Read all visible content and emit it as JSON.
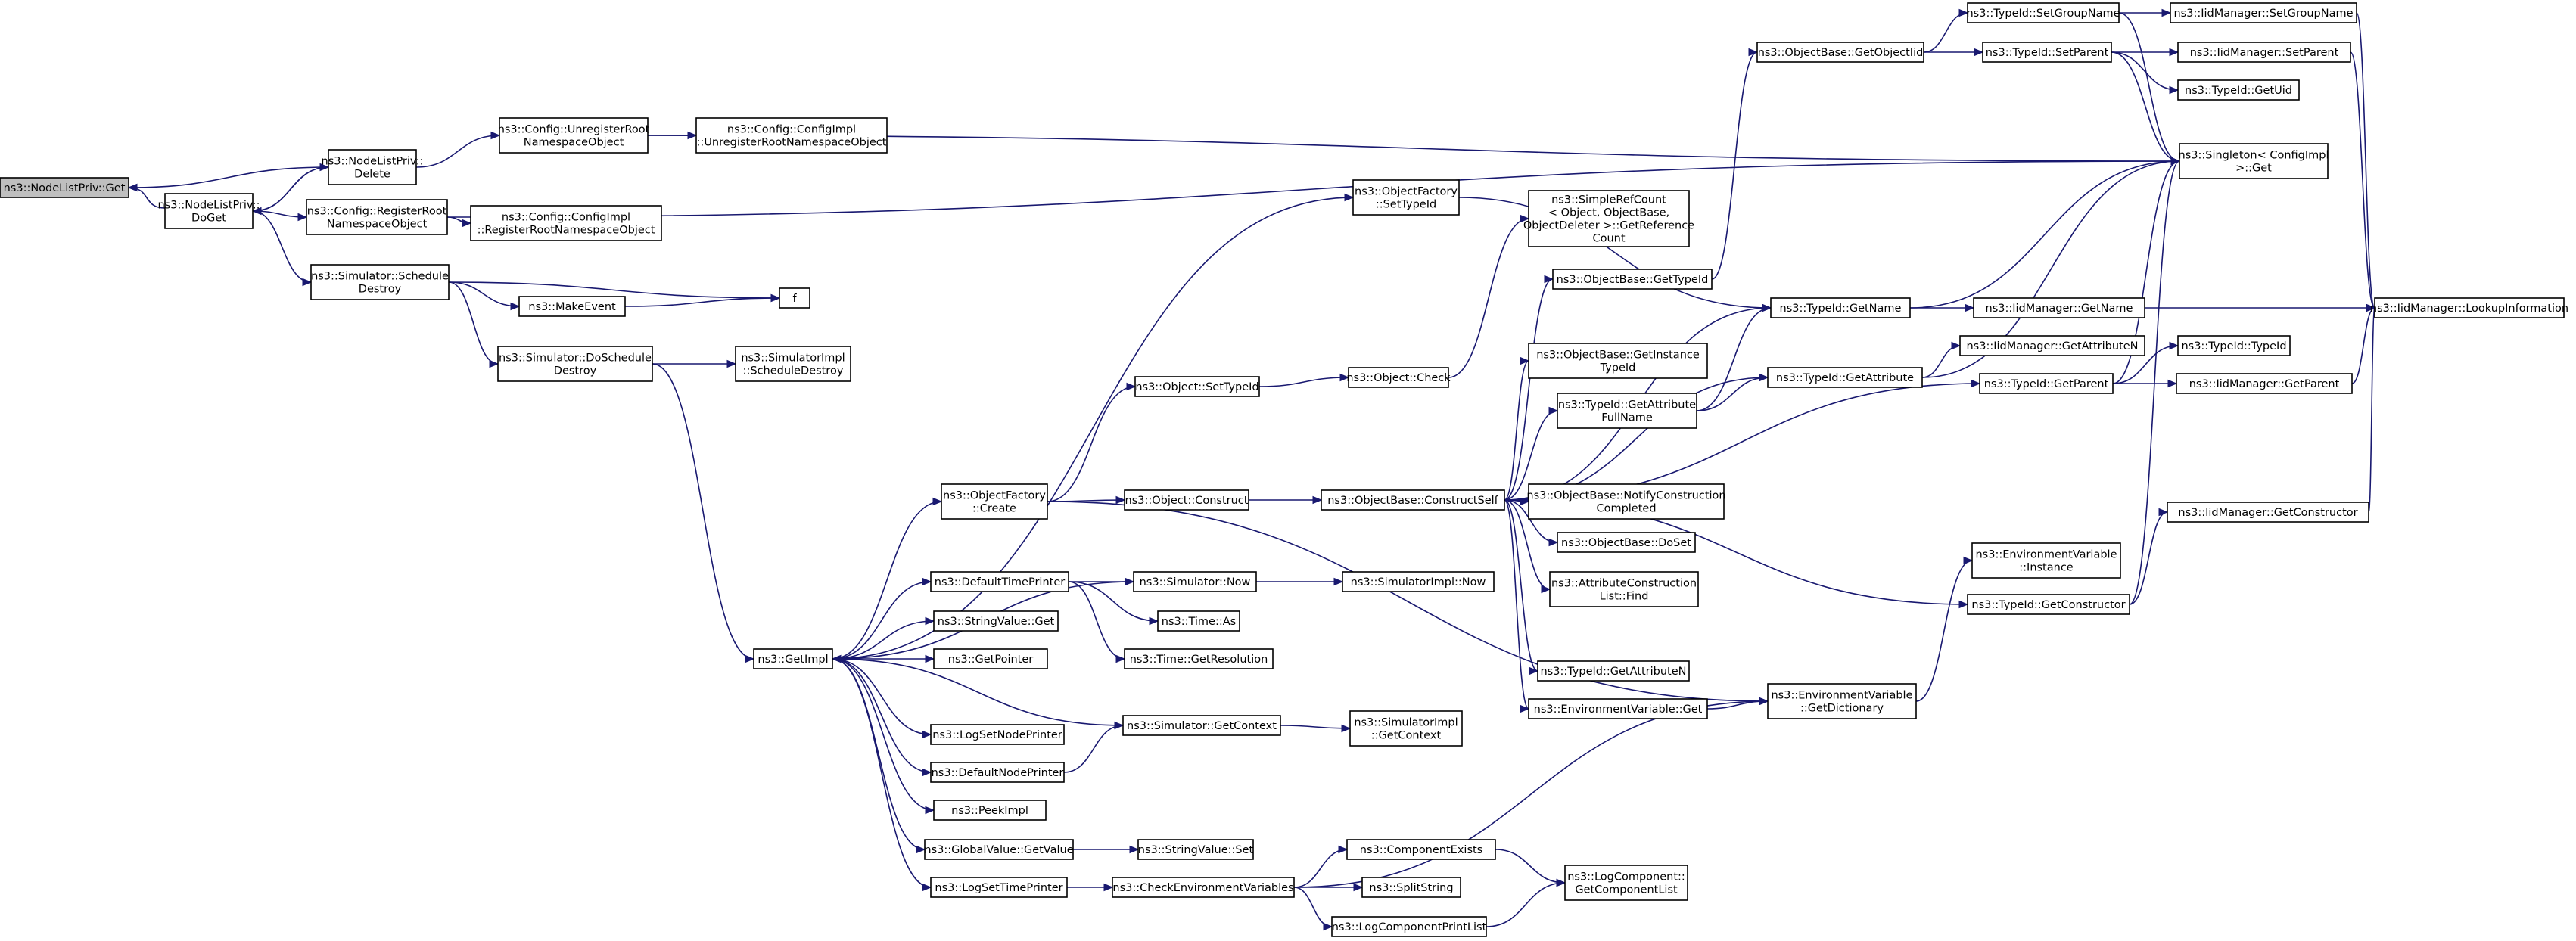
{
  "graph": {
    "title": "",
    "root": "getroot",
    "colors": {
      "edge": "#191970",
      "root_fill": "#bfbfbf",
      "node_fill": "#ffffff",
      "node_border": "#000000"
    },
    "nodes": [
      {
        "id": "getroot",
        "lines": [
          "ns3::NodeListPriv::Get"
        ]
      },
      {
        "id": "doget",
        "lines": [
          "ns3::NodeListPriv::",
          "DoGet"
        ]
      },
      {
        "id": "delete",
        "lines": [
          "ns3::NodeListPriv::",
          "Delete"
        ]
      },
      {
        "id": "unregroot",
        "lines": [
          "ns3::Config::UnregisterRoot",
          "NamespaceObject"
        ]
      },
      {
        "id": "implunreg",
        "lines": [
          "ns3::Config::ConfigImpl",
          "::UnregisterRootNamespaceObject"
        ]
      },
      {
        "id": "regroot",
        "lines": [
          "ns3::Config::RegisterRoot",
          "NamespaceObject"
        ]
      },
      {
        "id": "implreg",
        "lines": [
          "ns3::Config::ConfigImpl",
          "::RegisterRootNamespaceObject"
        ]
      },
      {
        "id": "schedestroy",
        "lines": [
          "ns3::Simulator::Schedule",
          "Destroy"
        ]
      },
      {
        "id": "f",
        "lines": [
          "f"
        ]
      },
      {
        "id": "makeevent",
        "lines": [
          "ns3::MakeEvent"
        ]
      },
      {
        "id": "doschedestroy",
        "lines": [
          "ns3::Simulator::DoSchedule",
          "Destroy"
        ]
      },
      {
        "id": "simimplsched",
        "lines": [
          "ns3::SimulatorImpl",
          "::ScheduleDestroy"
        ]
      },
      {
        "id": "getimpl",
        "lines": [
          "ns3::GetImpl"
        ]
      },
      {
        "id": "ofsettypeid",
        "lines": [
          "ns3::ObjectFactory",
          "::SetTypeId"
        ]
      },
      {
        "id": "ofcreate",
        "lines": [
          "ns3::ObjectFactory",
          "::Create"
        ]
      },
      {
        "id": "objsettypeid",
        "lines": [
          "ns3::Object::SetTypeId"
        ]
      },
      {
        "id": "objcheck",
        "lines": [
          "ns3::Object::Check"
        ]
      },
      {
        "id": "objconstruct",
        "lines": [
          "ns3::Object::Construct"
        ]
      },
      {
        "id": "constructself",
        "lines": [
          "ns3::ObjectBase::ConstructSelf"
        ]
      },
      {
        "id": "simplerefcount",
        "lines": [
          "ns3::SimpleRefCount",
          "< Object, ObjectBase,",
          "ObjectDeleter >::GetReference",
          "Count"
        ]
      },
      {
        "id": "obgettypeid",
        "lines": [
          "ns3::ObjectBase::GetTypeId"
        ]
      },
      {
        "id": "obgetobjectiid",
        "lines": [
          "ns3::ObjectBase::GetObjectIid"
        ]
      },
      {
        "id": "obgetinstance",
        "lines": [
          "ns3::ObjectBase::GetInstance",
          "TypeId"
        ]
      },
      {
        "id": "tigetattrfull",
        "lines": [
          "ns3::TypeId::GetAttribute",
          "FullName"
        ]
      },
      {
        "id": "obnotify",
        "lines": [
          "ns3::ObjectBase::NotifyConstruction",
          "Completed"
        ]
      },
      {
        "id": "obdoset",
        "lines": [
          "ns3::ObjectBase::DoSet"
        ]
      },
      {
        "id": "acfind",
        "lines": [
          "ns3::AttributeConstruction",
          "List::Find"
        ]
      },
      {
        "id": "tigetattrn",
        "lines": [
          "ns3::TypeId::GetAttributeN"
        ]
      },
      {
        "id": "envget",
        "lines": [
          "ns3::EnvironmentVariable::Get"
        ]
      },
      {
        "id": "envdict",
        "lines": [
          "ns3::EnvironmentVariable",
          "::GetDictionary"
        ]
      },
      {
        "id": "envinstance",
        "lines": [
          "ns3::EnvironmentVariable",
          "::Instance"
        ]
      },
      {
        "id": "tigetname",
        "lines": [
          "ns3::TypeId::GetName"
        ]
      },
      {
        "id": "tigetattr",
        "lines": [
          "ns3::TypeId::GetAttribute"
        ]
      },
      {
        "id": "tisetgroupname",
        "lines": [
          "ns3::TypeId::SetGroupName"
        ]
      },
      {
        "id": "tisetparent",
        "lines": [
          "ns3::TypeId::SetParent"
        ]
      },
      {
        "id": "tigetparent",
        "lines": [
          "ns3::TypeId::GetParent"
        ]
      },
      {
        "id": "tigetconstructor",
        "lines": [
          "ns3::TypeId::GetConstructor"
        ]
      },
      {
        "id": "iidsetgroupname",
        "lines": [
          "ns3::IidManager::SetGroupName"
        ]
      },
      {
        "id": "iidsetparent",
        "lines": [
          "ns3::IidManager::SetParent"
        ]
      },
      {
        "id": "tigetuid",
        "lines": [
          "ns3::TypeId::GetUid"
        ]
      },
      {
        "id": "singleton",
        "lines": [
          "ns3::Singleton< ConfigImpl",
          " >::Get"
        ]
      },
      {
        "id": "iidgetname",
        "lines": [
          "ns3::IidManager::GetName"
        ]
      },
      {
        "id": "iidgetattrn",
        "lines": [
          "ns3::IidManager::GetAttributeN"
        ]
      },
      {
        "id": "titypeid",
        "lines": [
          "ns3::TypeId::TypeId"
        ]
      },
      {
        "id": "iidgetparent",
        "lines": [
          "ns3::IidManager::GetParent"
        ]
      },
      {
        "id": "iidgetconstructor",
        "lines": [
          "ns3::IidManager::GetConstructor"
        ]
      },
      {
        "id": "iidlookup",
        "lines": [
          "ns3::IidManager::LookupInformation"
        ]
      },
      {
        "id": "deftimeprinter",
        "lines": [
          "ns3::DefaultTimePrinter"
        ]
      },
      {
        "id": "simnow",
        "lines": [
          "ns3::Simulator::Now"
        ]
      },
      {
        "id": "simimplnow",
        "lines": [
          "ns3::SimulatorImpl::Now"
        ]
      },
      {
        "id": "timeas",
        "lines": [
          "ns3::Time::As"
        ]
      },
      {
        "id": "timegetres",
        "lines": [
          "ns3::Time::GetResolution"
        ]
      },
      {
        "id": "strvalget",
        "lines": [
          "ns3::StringValue::Get"
        ]
      },
      {
        "id": "getpointer",
        "lines": [
          "ns3::GetPointer"
        ]
      },
      {
        "id": "logsetnodeprinter",
        "lines": [
          "ns3::LogSetNodePrinter"
        ]
      },
      {
        "id": "simgetcontext",
        "lines": [
          "ns3::Simulator::GetContext"
        ]
      },
      {
        "id": "simimplgetcontext",
        "lines": [
          "ns3::SimulatorImpl",
          "::GetContext"
        ]
      },
      {
        "id": "defnodeprinter",
        "lines": [
          "ns3::DefaultNodePrinter"
        ]
      },
      {
        "id": "peekimpl",
        "lines": [
          "ns3::PeekImpl"
        ]
      },
      {
        "id": "gvgetvalue",
        "lines": [
          "ns3::GlobalValue::GetValue"
        ]
      },
      {
        "id": "strvalset",
        "lines": [
          "ns3::StringValue::Set"
        ]
      },
      {
        "id": "logsettimeprinter",
        "lines": [
          "ns3::LogSetTimePrinter"
        ]
      },
      {
        "id": "checkenv",
        "lines": [
          "ns3::CheckEnvironmentVariables"
        ]
      },
      {
        "id": "compexists",
        "lines": [
          "ns3::ComponentExists"
        ]
      },
      {
        "id": "splitstring",
        "lines": [
          "ns3::SplitString"
        ]
      },
      {
        "id": "logcompprintlist",
        "lines": [
          "ns3::LogComponentPrintList"
        ]
      },
      {
        "id": "logcompgetlist",
        "lines": [
          "ns3::LogComponent::",
          "GetComponentList"
        ]
      }
    ]
  }
}
